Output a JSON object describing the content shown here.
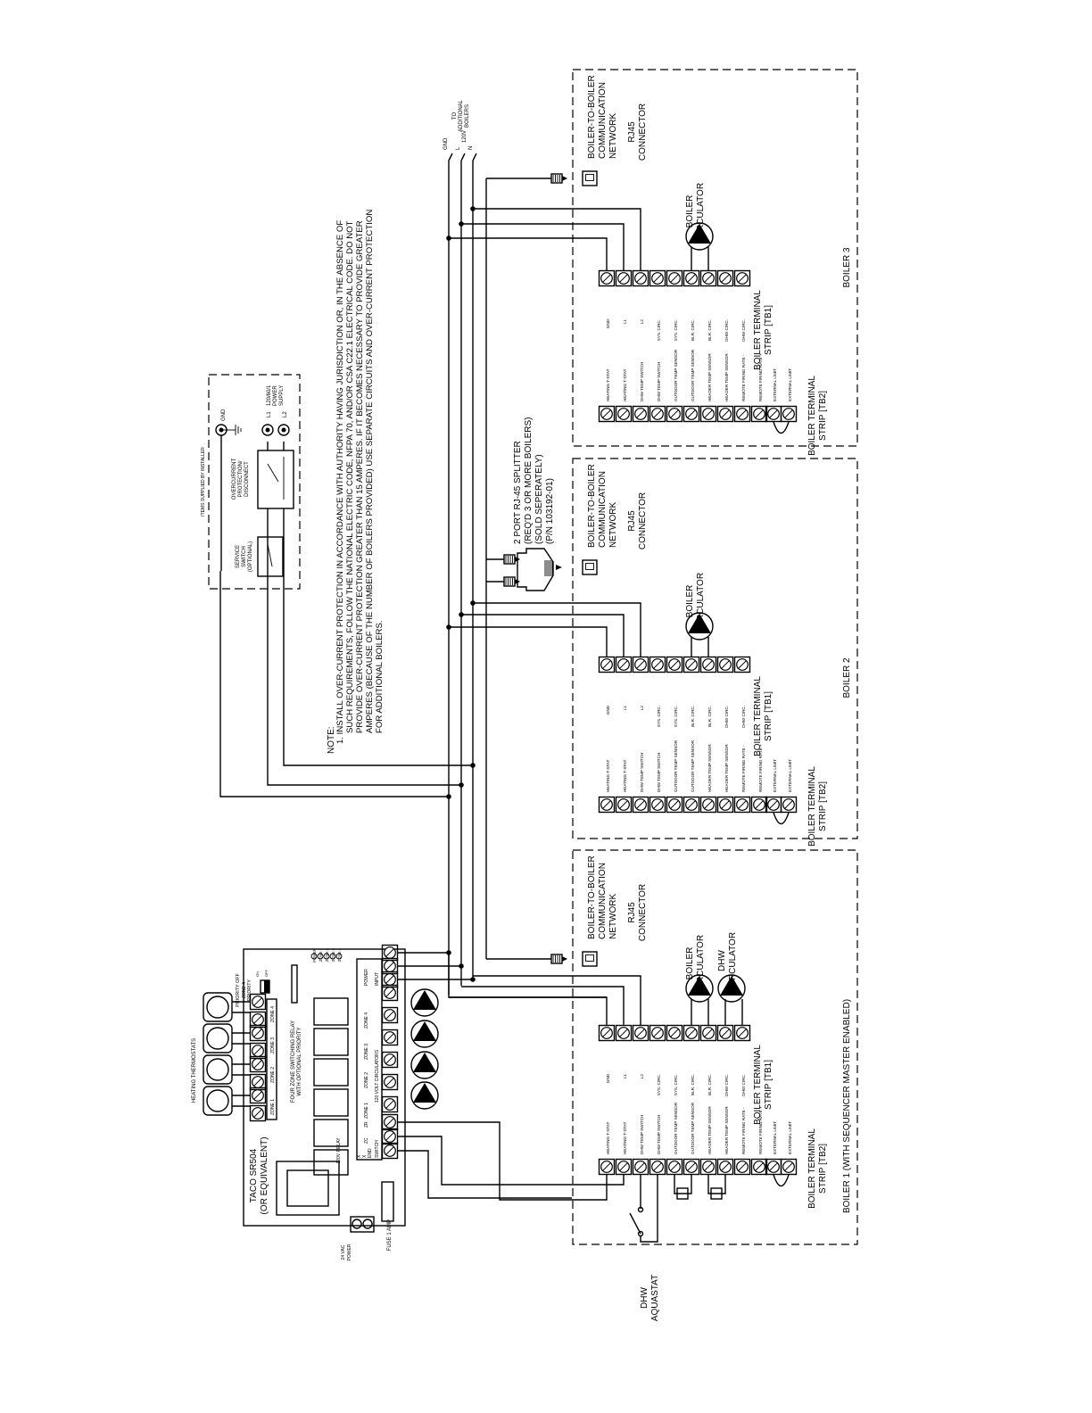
{
  "note": {
    "heading": "NOTE:",
    "lines": [
      "1. INSTALL OVER-CURRENT PROTECTION IN ACCORDANCE WITH AUTHORITY HAVING JURISDICTION OR, IN THE ABSENCE OF",
      "SUCH REQUIREMENTS, FOLLOW THE NATIONAL ELECTRIC CODE, NFPA 70, AND/OR CSA C22.1 ELECTRICAL CODE. DO NOT",
      "PROVIDE OVER-CURRENT PROTECTION GREATER THAN 15 AMPERES. IF IT BECOMES NECESSARY TO PROVIDE GREATER",
      "AMPERES (BECAUSE OF THE NUMBER OF BOILERS PROVIDED) USE SEPARATE CIRCUITS AND OVER-CURRENT PROTECTION",
      "FOR ADDITIONAL BOILERS."
    ]
  },
  "installer_items": {
    "title": "ITEMS SUPPLIED BY INSTALLER",
    "service_switch": [
      "SERVICE",
      "SWITCH",
      "(OPTIONAL)"
    ],
    "overcurrent": [
      "OVERCURRENT",
      "PROTECTION/",
      "DISCONNECT"
    ],
    "gnd": "GND",
    "l1": "L1",
    "l2": "L2",
    "power_supply": [
      "120/60/1",
      "POWER",
      "SUPPLY"
    ]
  },
  "to_additional": {
    "label": [
      "TO",
      "ADDITIONAL",
      "BOILERS"
    ],
    "gnd": "GND",
    "l": "L",
    "v120": "120V",
    "n": "N"
  },
  "splitter": {
    "label": [
      "2 PORT RJ-45 SPLITTER",
      "(REQ'D 3 OR MORE BOILERS)",
      "(SOLD SEPERATELY)",
      "(P/N 103192-01)"
    ]
  },
  "taco": {
    "model": [
      "TACO SR504",
      "(OR EQUIVALENT)"
    ],
    "relay_desc": [
      "FOUR ZONE SWITCHING RELAY",
      "WITH OPTIONAL PRIORITY"
    ],
    "thermostats_label": "HEATING THERMOSTATS",
    "zones": [
      "ZONE 1",
      "ZONE 2",
      "ZONE 3",
      "ZONE 4"
    ],
    "power": "POWER",
    "input": "INPUT",
    "circulators": "120 VOLT CIRCULATORS",
    "zr": "ZR",
    "zc": "ZC",
    "end_switch": [
      "X",
      "X",
      "END",
      "SWITCH"
    ],
    "relay_label": "120V RELAY",
    "fuse": "FUSE 1 AMP",
    "vac_power": [
      "24 VAC",
      "POWER"
    ],
    "priority_off": "PRIORITY OFF",
    "zone4_priority": [
      "ZONE 4",
      "PRIORITY"
    ],
    "on": "ON",
    "off": "OFF",
    "leds": [
      "POWER",
      "ZONE 1",
      "ZONE 2",
      "ZONE 3",
      "ZONE 4"
    ]
  },
  "rj45": {
    "network": [
      "BOILER-TO-BOILER",
      "COMMUNICATION",
      "NETWORK"
    ],
    "connector": [
      "RJ45",
      "CONNECTOR"
    ]
  },
  "tb1_terminals": [
    "GND",
    "L1",
    "L2",
    "SYS. CIRC.",
    "SYS. CIRC.",
    "BLR. CIRC.",
    "BLR. CIRC.",
    "DHW CIRC.",
    "DHW CIRC."
  ],
  "tb2_terminals": [
    "HEATING T-STAT",
    "HEATING T-STAT",
    "DHW TEMP SWITCH",
    "DHW TEMP SWITCH",
    "OUTDOOR TEMP SENSOR",
    "OUTDOOR TEMP SENSOR",
    "HEADER TEMP SENSOR",
    "HEADER TEMP SENSOR",
    "REMOTE FIRING RATE -",
    "REMOTE FIRING RATE +",
    "EXTERNAL LIMIT",
    "EXTERNAL LIMIT"
  ],
  "labels": {
    "tb1": [
      "BOILER  TERMINAL",
      "STRIP [TB1]"
    ],
    "tb2": [
      "BOILER TERMINAL",
      "STRIP [TB2]"
    ],
    "boiler_circulator": [
      "BOILER",
      "CIRCULATOR"
    ],
    "dhw_circulator": [
      "DHW",
      "CIRCULATOR"
    ],
    "dhw_aquastat": [
      "DHW",
      "AQUASTAT"
    ]
  },
  "boilers": [
    {
      "name": "BOILER 1 (WITH SEQUENCER MASTER ENABLED)"
    },
    {
      "name": "BOILER 2"
    },
    {
      "name": "BOILER 3"
    }
  ]
}
